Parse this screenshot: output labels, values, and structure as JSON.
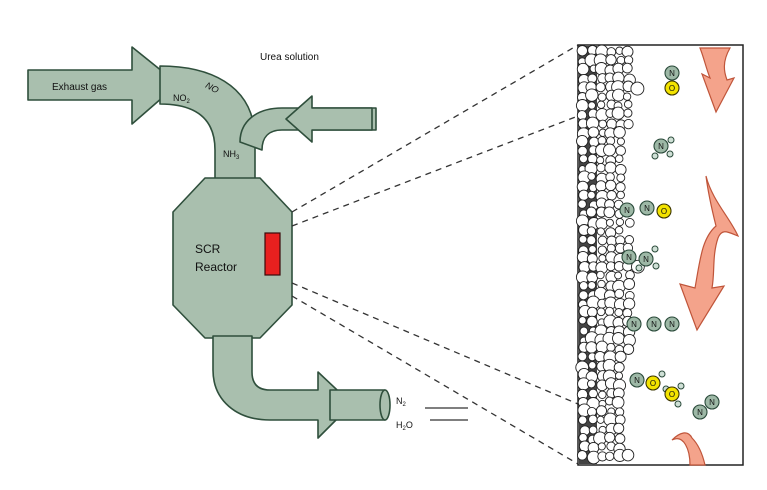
{
  "labels": {
    "exhaust_gas": "Exhaust gas",
    "urea_solution": "Urea solution",
    "no2": "NO",
    "no2_sub": "2",
    "no": "NO",
    "nh3": "NH",
    "nh3_sub": "3",
    "reactor_line1": "SCR",
    "reactor_line2": "Reactor",
    "n2": "N",
    "n2_sub": "2",
    "h2o_a": "H",
    "h2o_sub": "2",
    "h2o_b": "O"
  },
  "atoms": {
    "nitrogen": "N",
    "oxygen": "O"
  },
  "colors": {
    "pipe": "#a9bfae",
    "catalyst_marker": "#e8201f",
    "flow_arrows": "#f4a38b",
    "oxygen_atom": "#f3e300",
    "nitrogen_atom": "#9db8a6"
  }
}
